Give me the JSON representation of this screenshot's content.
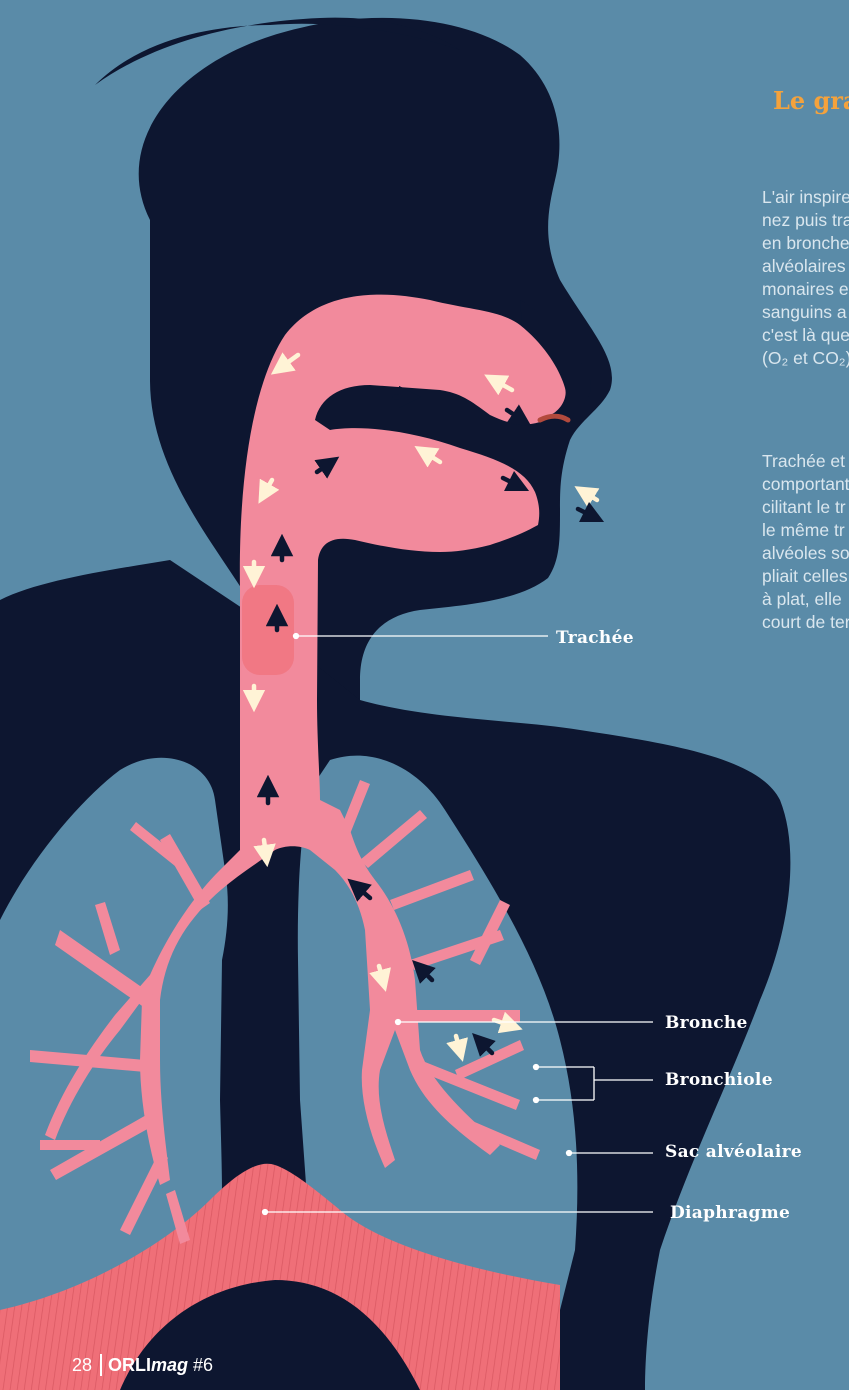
{
  "title": "Le gra",
  "paragraph1": [
    "L'air inspire",
    "nez puis tra",
    "en bronche",
    "alvéolaires",
    "monaires e",
    "sanguins a",
    "c'est là que",
    "(O₂ et CO₂)."
  ],
  "paragraph2": [
    "Trachée et",
    "comportant",
    "cilitant le tr",
    "le même tr",
    "alvéoles so",
    "pliait celles",
    "à plat, elle",
    "court de ter"
  ],
  "labels": {
    "trachee": "Trachée",
    "bronche": "Bronche",
    "bronchiole": "Bronchiole",
    "sac_alveolaire": "Sac alvéolaire",
    "diaphragme": "Diaphragme"
  },
  "footer": {
    "page_number": "28",
    "magazine_orli": "ORLI",
    "magazine_mag": "mag",
    "issue": "#6"
  },
  "colors": {
    "background": "#5a8ba8",
    "silhouette": "#0d1630",
    "airway_pink": "#f28a9c",
    "lung_blue": "#5a8ba8",
    "diaphragm": "#ef6f78",
    "title_accent": "#f4a23c",
    "arrow_cream": "#fff3d6",
    "arrow_navy": "#0d1630"
  }
}
